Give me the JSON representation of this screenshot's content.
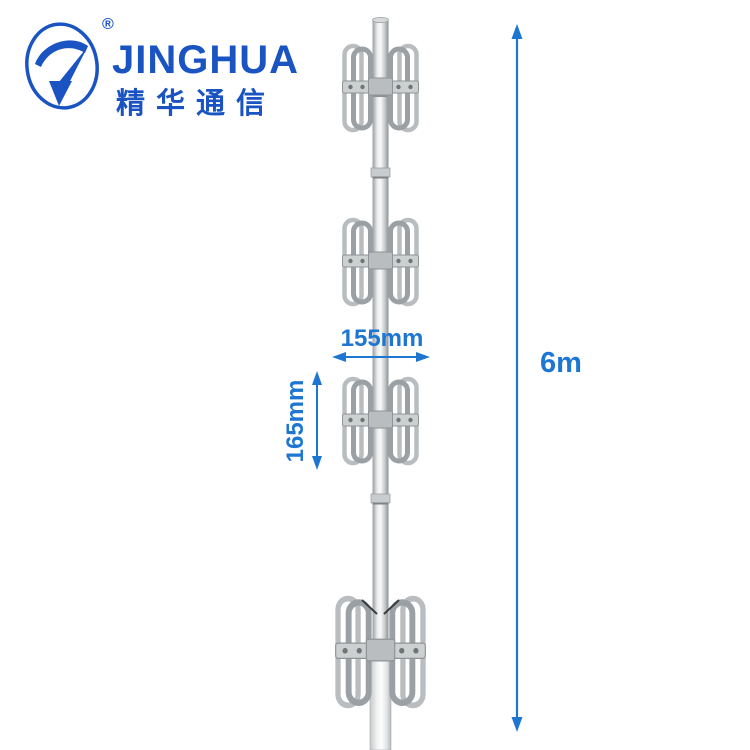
{
  "brand": {
    "name": "JINGHUA",
    "chinese_name": "精华通信",
    "registered_mark": "®",
    "logo_icon": "swan-in-oval-logo",
    "color": "#1a53c2"
  },
  "dimensions": {
    "element_width": "155mm",
    "element_length": "165mm",
    "total_height": "6m",
    "color": "#1d76d2"
  }
}
